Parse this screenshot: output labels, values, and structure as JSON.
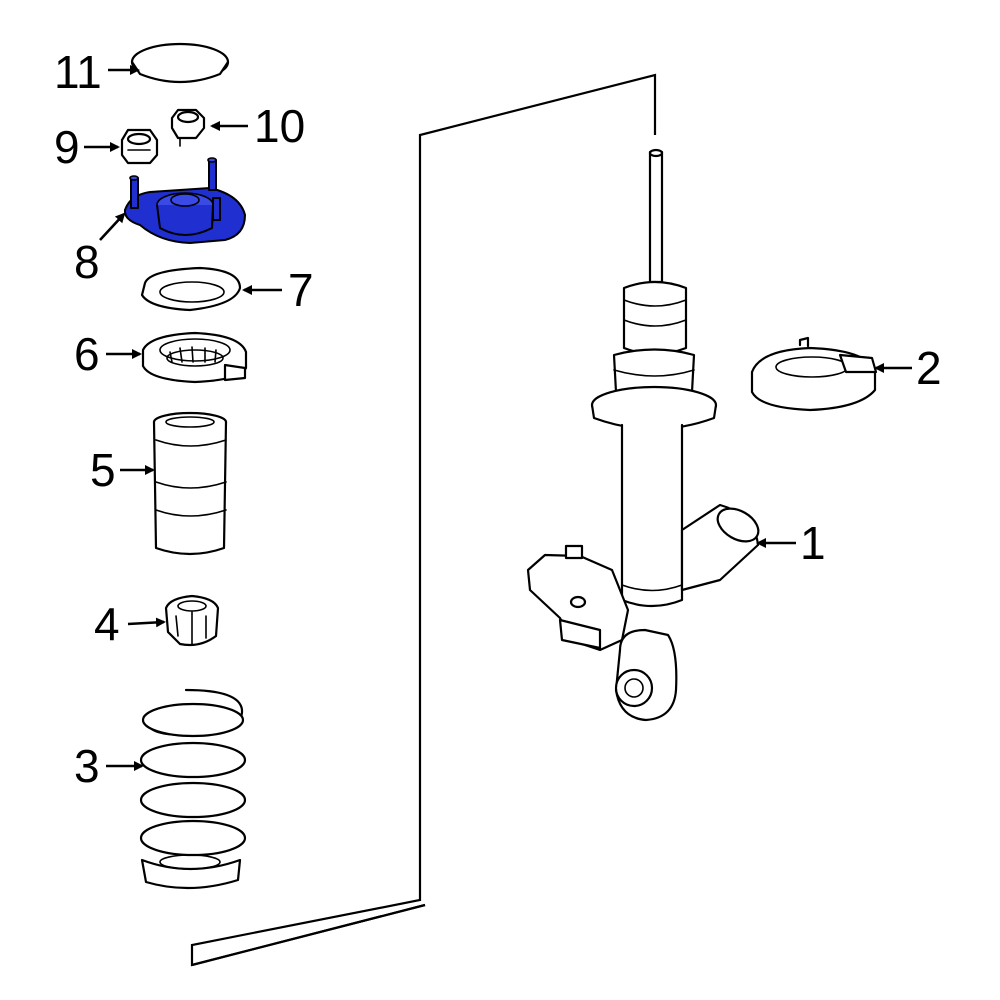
{
  "diagram": {
    "highlight_color": "#1f2fd0",
    "callouts": [
      {
        "id": "1",
        "label": "1"
      },
      {
        "id": "2",
        "label": "2"
      },
      {
        "id": "3",
        "label": "3"
      },
      {
        "id": "4",
        "label": "4"
      },
      {
        "id": "5",
        "label": "5"
      },
      {
        "id": "6",
        "label": "6"
      },
      {
        "id": "7",
        "label": "7"
      },
      {
        "id": "8",
        "label": "8",
        "highlighted": true
      },
      {
        "id": "9",
        "label": "9"
      },
      {
        "id": "10",
        "label": "10"
      },
      {
        "id": "11",
        "label": "11"
      }
    ]
  }
}
